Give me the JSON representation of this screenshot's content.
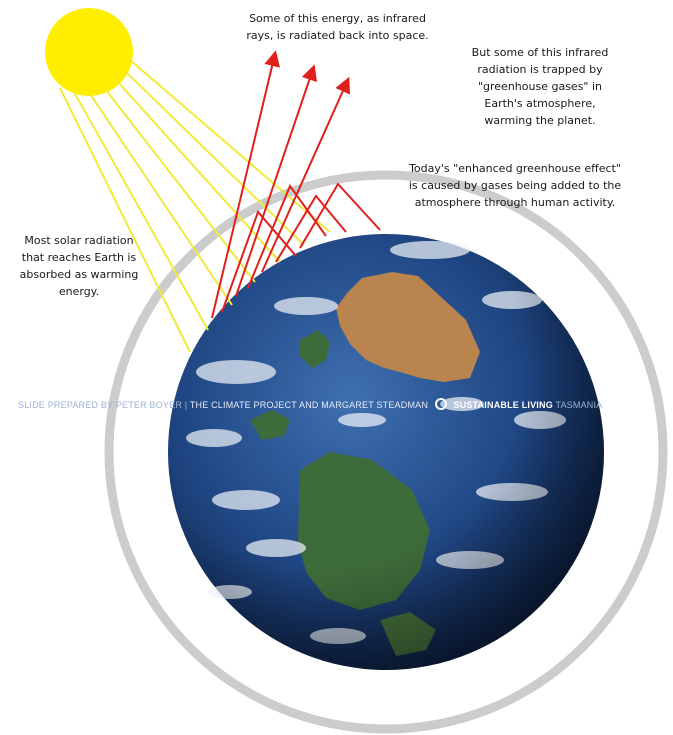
{
  "labels": {
    "infrared_back_to_space": "Some of this energy, as infrared\nrays, is radiated back into space.",
    "trapped_by_gases": "But some of this infrared\nradiation is trapped by\n\"greenhouse gases\" in\nEarth's atmosphere,\nwarming the planet.",
    "enhanced_effect": "Today's \"enhanced greenhouse effect\"\nis caused by gases being added to the\natmosphere through human activity.",
    "solar_absorbed": "Most solar radiation\nthat reaches Earth is\nabsorbed as warming\nenergy."
  },
  "watermark": {
    "credit_a": "SLIDE PREPARED BY PETER BOYER",
    "credit_b": "THE CLIMATE PROJECT AND MARGARET STEADMAN",
    "brand_strong": "SUSTAINABLE LIVING",
    "brand_rest": "TASMANIA"
  },
  "colors": {
    "sun": "#ffee00",
    "sun_rays": "#f2ea3a",
    "infrared_rays": "#e0201c",
    "atmosphere_ring": "#c9c9c9",
    "ocean_deep": "#0b2350",
    "ocean_light": "#3f6fb0",
    "land_desert": "#b9844e",
    "land_green": "#3e6b3a",
    "clouds": "#eef2f8"
  }
}
